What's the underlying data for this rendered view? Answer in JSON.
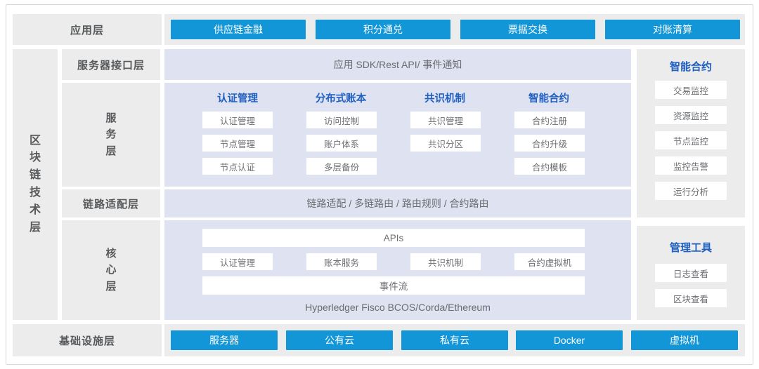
{
  "diagram": {
    "title_vertical_left": "区块链技术层",
    "colors": {
      "blue_button": "#1296D7",
      "heading_blue": "#1F5FC0",
      "gray_block": "#ECECEC",
      "lavender_panel": "#DFE3F1",
      "card_white": "#FFFFFF",
      "label_text": "#57595B",
      "body_text": "#6A6C70"
    }
  },
  "application_layer": {
    "label": "应用层",
    "items": [
      {
        "label": "供应链金融"
      },
      {
        "label": "积分通兑"
      },
      {
        "label": "票据交换"
      },
      {
        "label": "对账清算"
      }
    ]
  },
  "server_interface_layer": {
    "label": "服务器接口层",
    "band_text": "应用 SDK/Rest API/ 事件通知"
  },
  "service_layer": {
    "label": "服务层",
    "columns": [
      {
        "heading": "认证管理",
        "items": [
          "认证管理",
          "节点管理",
          "节点认证"
        ]
      },
      {
        "heading": "分布式账本",
        "items": [
          "访问控制",
          "账户体系",
          "多层备份"
        ]
      },
      {
        "heading": "共识机制",
        "items": [
          "共识管理",
          "共识分区"
        ]
      },
      {
        "heading": "智能合约",
        "items": [
          "合约注册",
          "合约升级",
          "合约模板"
        ]
      }
    ]
  },
  "link_adaptation_layer": {
    "label": "链路适配层",
    "band_text": "链路适配 / 多链路由 / 路由规则 / 合约路由"
  },
  "core_layer": {
    "label": "核心层",
    "apis_row": "APIs",
    "service_cards": [
      "认证管理",
      "账本服务",
      "共识机制",
      "合约虚拟机"
    ],
    "event_row": "事件流",
    "footer_text": "Hyperledger Fisco BCOS/Corda/Ethereum"
  },
  "infrastructure_layer": {
    "label": "基础设施层",
    "items": [
      {
        "label": "服务器"
      },
      {
        "label": "公有云"
      },
      {
        "label": "私有云"
      },
      {
        "label": "Docker"
      },
      {
        "label": "虚拟机"
      }
    ]
  },
  "right_panels": [
    {
      "heading": "智能合约",
      "items": [
        "交易监控",
        "资源监控",
        "节点监控",
        "监控告警",
        "运行分析"
      ]
    },
    {
      "heading": "管理工具",
      "items": [
        "日志查看",
        "区块查看"
      ]
    }
  ]
}
